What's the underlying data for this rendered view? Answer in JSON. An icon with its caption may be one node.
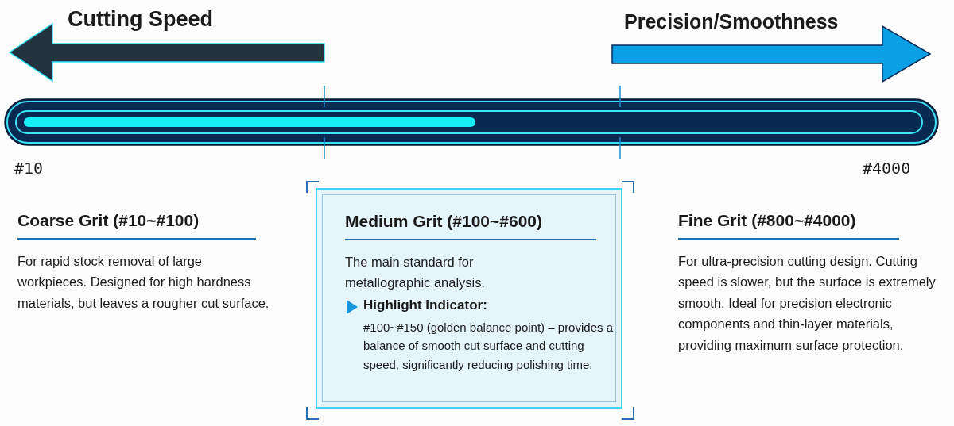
{
  "diagram": {
    "nodes": [
      {
        "text": [
          "Medium Grit (#100~#600)",
          "The main standard for metallographic analysis.",
          "Highlight Indicator:",
          "#100~#150 (golden balance point) – provides a balance of smooth cut surface and cutting speed, significantly reducing polishing time."
        ]
      }
    ],
    "labels": [
      "Cutting Speed",
      "Precision/Smoothness",
      "#10",
      "#4000",
      "Coarse Grit (#10~#100)",
      "For rapid stock removal of large workpieces. Designed for high hardness materials, but leaves a rougher cut surface.",
      "Fine Grit (#800~#4000)",
      "For ultra-precision cutting design. Cutting speed is slower, but the surface is extremely smooth. Ideal for precision electronic components and thin-layer materials, providing maximum surface protection."
    ]
  }
}
